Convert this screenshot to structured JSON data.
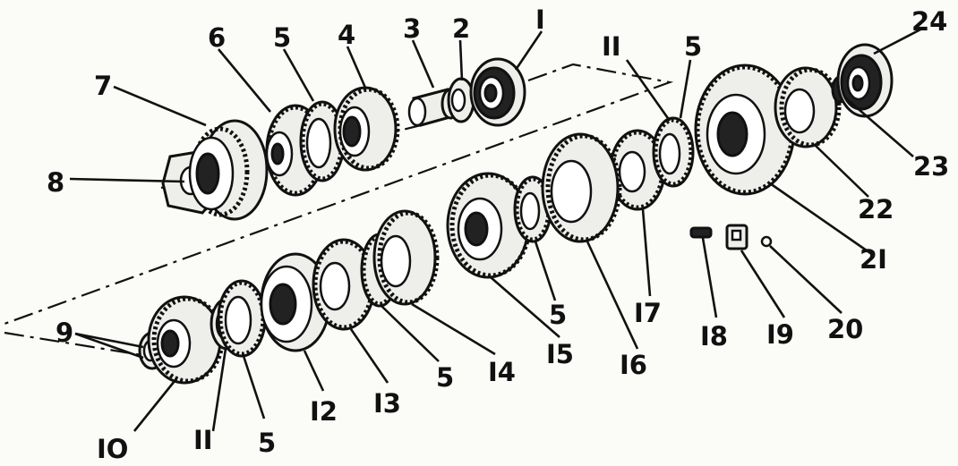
{
  "labels": {
    "p1": "I",
    "p2": "2",
    "p3": "3",
    "p4": "4",
    "p5a": "5",
    "p6": "6",
    "p7": "7",
    "p8": "8",
    "p9": "9",
    "p10": "IO",
    "p11a": "II",
    "p5b": "5",
    "p12": "I2",
    "p13": "I3",
    "p5c": "5",
    "p14": "I4",
    "p15": "I5",
    "p5d": "5",
    "p16": "I6",
    "p17": "I7",
    "p11b": "II",
    "p5e": "5",
    "p18": "I8",
    "p19": "I9",
    "p20": "20",
    "p21": "2I",
    "p22": "22",
    "p23": "23",
    "p24": "24"
  }
}
